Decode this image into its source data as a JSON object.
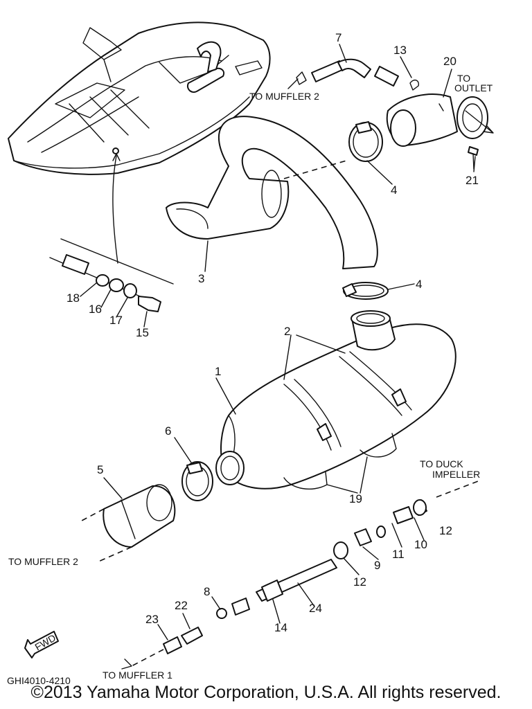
{
  "callouts": [
    "1",
    "2",
    "3",
    "4",
    "4",
    "5",
    "6",
    "7",
    "8",
    "9",
    "10",
    "11",
    "12",
    "12",
    "13",
    "14",
    "15",
    "16",
    "17",
    "18",
    "19",
    "20",
    "21",
    "22",
    "23",
    "24"
  ],
  "labels": {
    "to_muffler_2_top": "TO MUFFLER 2",
    "to_outlet_1": "TO",
    "to_outlet_2": "OUTLET",
    "to_duck_1": "TO DUCK",
    "to_duck_2": "IMPELLER",
    "to_muffler_2_left": "TO MUFFLER 2",
    "to_muffler_1": "TO MUFFLER 1",
    "fwd": "FWD",
    "part_code": "GHI4010-4210"
  },
  "copyright": "©2013 Yamaha Motor Corporation, U.S.A. All rights reserved."
}
